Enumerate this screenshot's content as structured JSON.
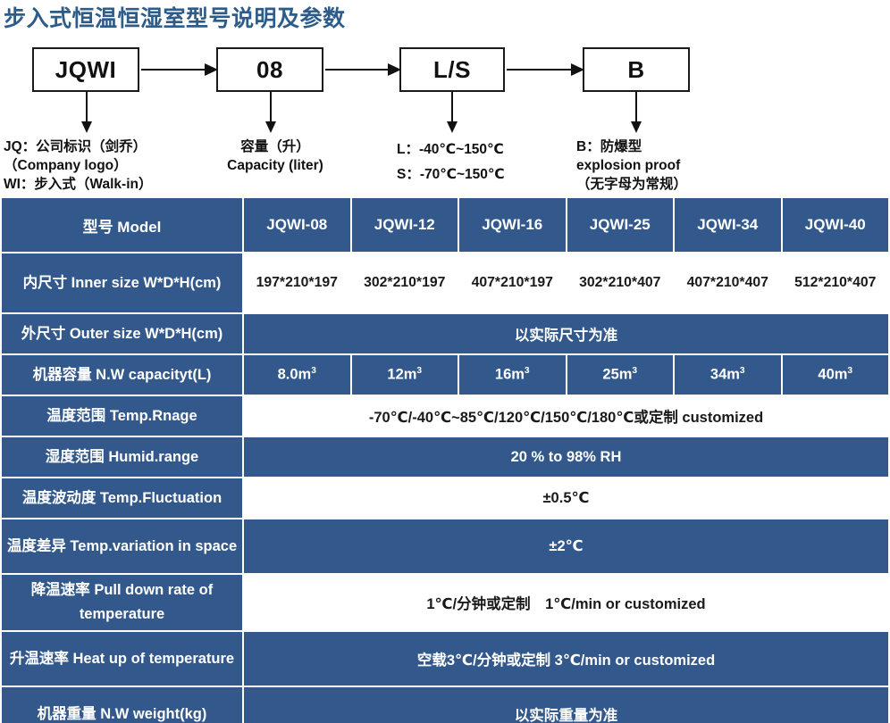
{
  "title": "步入式恒温恒湿室型号说明及参数",
  "diagram": {
    "boxes": [
      {
        "code": "JQWI"
      },
      {
        "code": "08"
      },
      {
        "code": "L/S"
      },
      {
        "code": "B"
      }
    ],
    "notes": [
      "JQ：公司标识（剑乔）\n  （Company logo）\nWI：步入式（Walk-in）",
      "容量（升）\nCapacity (liter)",
      "L：-40℃~150℃\nS：-70℃~150℃",
      "B：防爆型\nexplosion proof\n（无字母为常规）"
    ]
  },
  "colors": {
    "header_blue": "#33598c",
    "title_blue": "#2e5c8a",
    "white": "#ffffff",
    "dark_text": "#1a1a1a"
  },
  "table": {
    "header": {
      "label": "型号 Model",
      "models": [
        "JQWI-08",
        "JQWI-12",
        "JQWI-16",
        "JQWI-25",
        "JQWI-34",
        "JQWI-40"
      ]
    },
    "rows": [
      {
        "label": "内尺寸 Inner size W*D*H(cm)",
        "span": false,
        "value_style": "white",
        "values": [
          "197*210*197",
          "302*210*197",
          "407*210*197",
          "302*210*407",
          "407*210*407",
          "512*210*407"
        ]
      },
      {
        "label": "外尺寸 Outer size W*D*H(cm)",
        "span": true,
        "value_style": "blue",
        "value": "以实际尺寸为准"
      },
      {
        "label": "机器容量 N.W capacityt(L)",
        "span": false,
        "value_style": "blue",
        "values": [
          "8.0m³",
          "12m³",
          "16m³",
          "25m³",
          "34m³",
          "40m³"
        ]
      },
      {
        "label": "温度范围 Temp.Rnage",
        "span": true,
        "value_style": "white",
        "value": "-70℃/-40℃~85℃/120℃/150℃/180℃或定制 customized"
      },
      {
        "label": "湿度范围 Humid.range",
        "span": true,
        "value_style": "blue",
        "value": "20 % to 98% RH"
      },
      {
        "label": "温度波动度 Temp.Fluctuation",
        "span": true,
        "value_style": "white",
        "value": "±0.5℃"
      },
      {
        "label": "温度差异 Temp.variation in space",
        "span": true,
        "value_style": "blue",
        "value": "±2℃"
      },
      {
        "label": "降温速率 Pull down rate of temperature",
        "span": true,
        "value_style": "white",
        "value": "1℃/分钟或定制　1℃/min or customized"
      },
      {
        "label": "升温速率 Heat up of temperature",
        "span": true,
        "value_style": "blue",
        "value": "空载3℃/分钟或定制 3℃/min or customized"
      },
      {
        "label": "机器重量 N.W weight(kg)",
        "span": true,
        "value_style": "blue",
        "value": "以实际重量为准"
      }
    ]
  }
}
